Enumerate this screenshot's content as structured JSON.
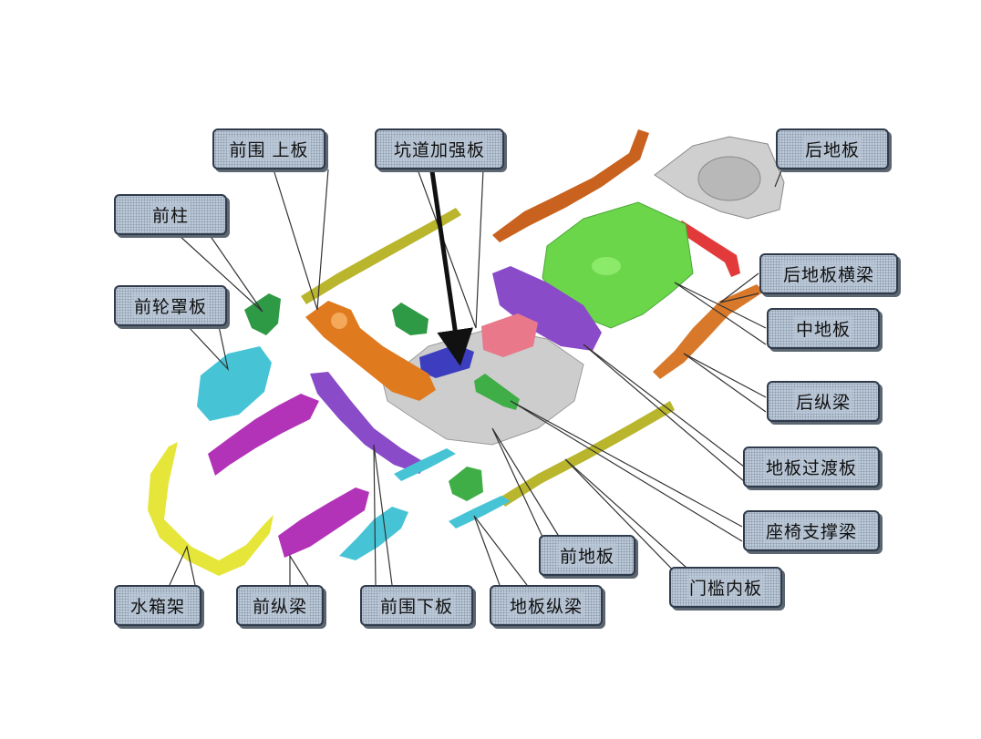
{
  "labels": {
    "qianwei_shangban": "前围 上板",
    "kengdao_jiaqiangban": "坑道加强板",
    "houdiban": "后地板",
    "qianzhu": "前柱",
    "qianlunzhaoban": "前轮罩板",
    "houdiban_hengliang": "后地板横梁",
    "zhongdiban": "中地板",
    "houzongliang": "后纵梁",
    "diban_guoduban": "地板过渡板",
    "zuoyi_zhichengliang": "座椅支撑梁",
    "qiandiban": "前地板",
    "menkan_neiban": "门槛内板",
    "shuixiangjia": "水箱架",
    "qianzongliang": "前纵梁",
    "qianwei_xiaban": "前围下板",
    "diban_zongliang": "地板纵梁"
  },
  "colors": {
    "callout_fill": "#bcc9d8",
    "callout_border": "#2f3b4b",
    "orange": "#e07a1e",
    "olive": "#b9b52c",
    "green": "#6cd64a",
    "dark_green": "#2f9a45",
    "purple": "#8a4bc8",
    "magenta": "#b233b8",
    "cyan": "#46c4d6",
    "yellow": "#e6e63a",
    "gray": "#c9c9c9",
    "red": "#e23a3a",
    "pink": "#e8788a",
    "blue": "#3d3dbf",
    "brown_orange": "#c8621e"
  }
}
